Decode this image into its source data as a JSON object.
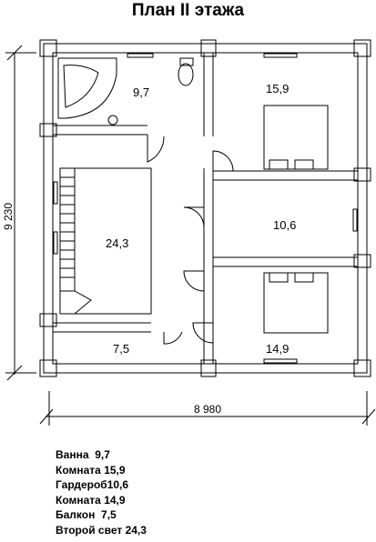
{
  "title": "План II этажа",
  "rooms": [
    {
      "id": "bath",
      "area": "9,7"
    },
    {
      "id": "room1",
      "area": "15,9"
    },
    {
      "id": "wardrobe",
      "area": "10,6"
    },
    {
      "id": "second_light",
      "area": "24,3"
    },
    {
      "id": "balcony",
      "area": "7,5"
    },
    {
      "id": "room2",
      "area": "14,9"
    }
  ],
  "dimensions": {
    "width": "8 980",
    "height": "9 230"
  },
  "legend": [
    {
      "name": "Ванна",
      "area": "9,7"
    },
    {
      "name": "Комната",
      "area": "15,9"
    },
    {
      "name": "Гардероб",
      "area": "10,6"
    },
    {
      "name": "Комната",
      "area": "14,9"
    },
    {
      "name": "Балкон",
      "area": "7,5"
    },
    {
      "name": "Второй свет",
      "area": "24,3"
    }
  ]
}
